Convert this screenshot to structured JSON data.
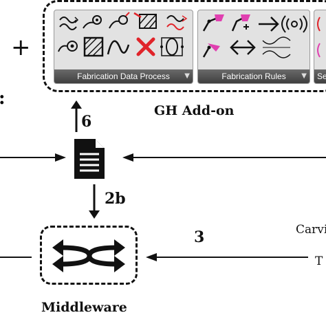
{
  "plus_symbol": "+",
  "partial_char": ":",
  "addon": {
    "caption": "GH Add-on",
    "groups": [
      {
        "label": "Fabrication Data Process"
      },
      {
        "label": "Fabrication Rules"
      },
      {
        "label": "Se"
      }
    ]
  },
  "arrows": {
    "label_6": "6",
    "label_2b": "2b",
    "label_3": "3"
  },
  "right_labels": {
    "top": "Carvi",
    "bottom": "T"
  },
  "middleware": {
    "caption": "Middleware"
  },
  "colors": {
    "ink": "#111111",
    "accent_red": "#e0242a",
    "accent_magenta": "#e040b0",
    "panel_bg": "#e2e2e2"
  }
}
